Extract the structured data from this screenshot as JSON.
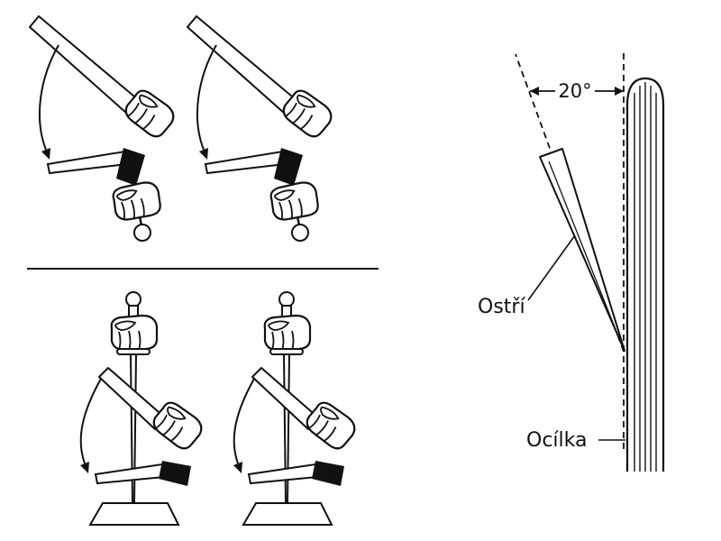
{
  "page": {
    "background": "#ffffff",
    "line_color": "#111111"
  },
  "right_diagram": {
    "angle_label": "20°",
    "blade_label": "Ostří",
    "steel_label": "Ocílka"
  }
}
